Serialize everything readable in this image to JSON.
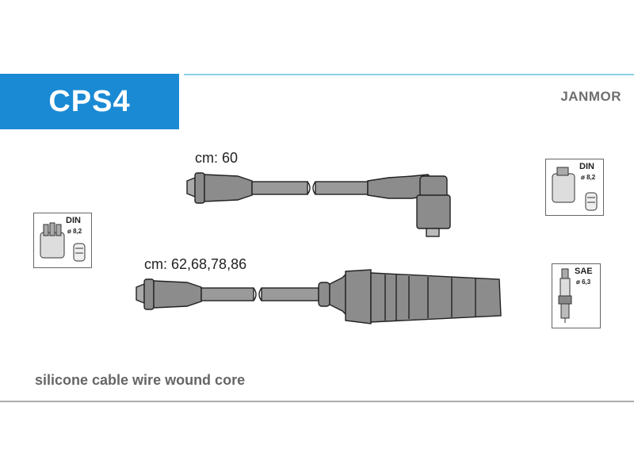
{
  "header": {
    "title": "CPS4",
    "brand": "JANMOR"
  },
  "cables": [
    {
      "length_label": "cm: 60"
    },
    {
      "length_label": "cm: 62,68,78,86"
    }
  ],
  "connectors": {
    "left": {
      "standard": "DIN",
      "diameter": "ø 8,2"
    },
    "right_top": {
      "standard": "DIN",
      "diameter": "ø 8,2"
    },
    "right_bottom": {
      "standard": "SAE",
      "diameter": "ø 6,3"
    }
  },
  "footer": {
    "description": "silicone cable wire wound core"
  },
  "colors": {
    "header_blue": "#1a8ad4",
    "accent_line": "#8ed0ea",
    "part_gray": "#8c8c8c"
  }
}
